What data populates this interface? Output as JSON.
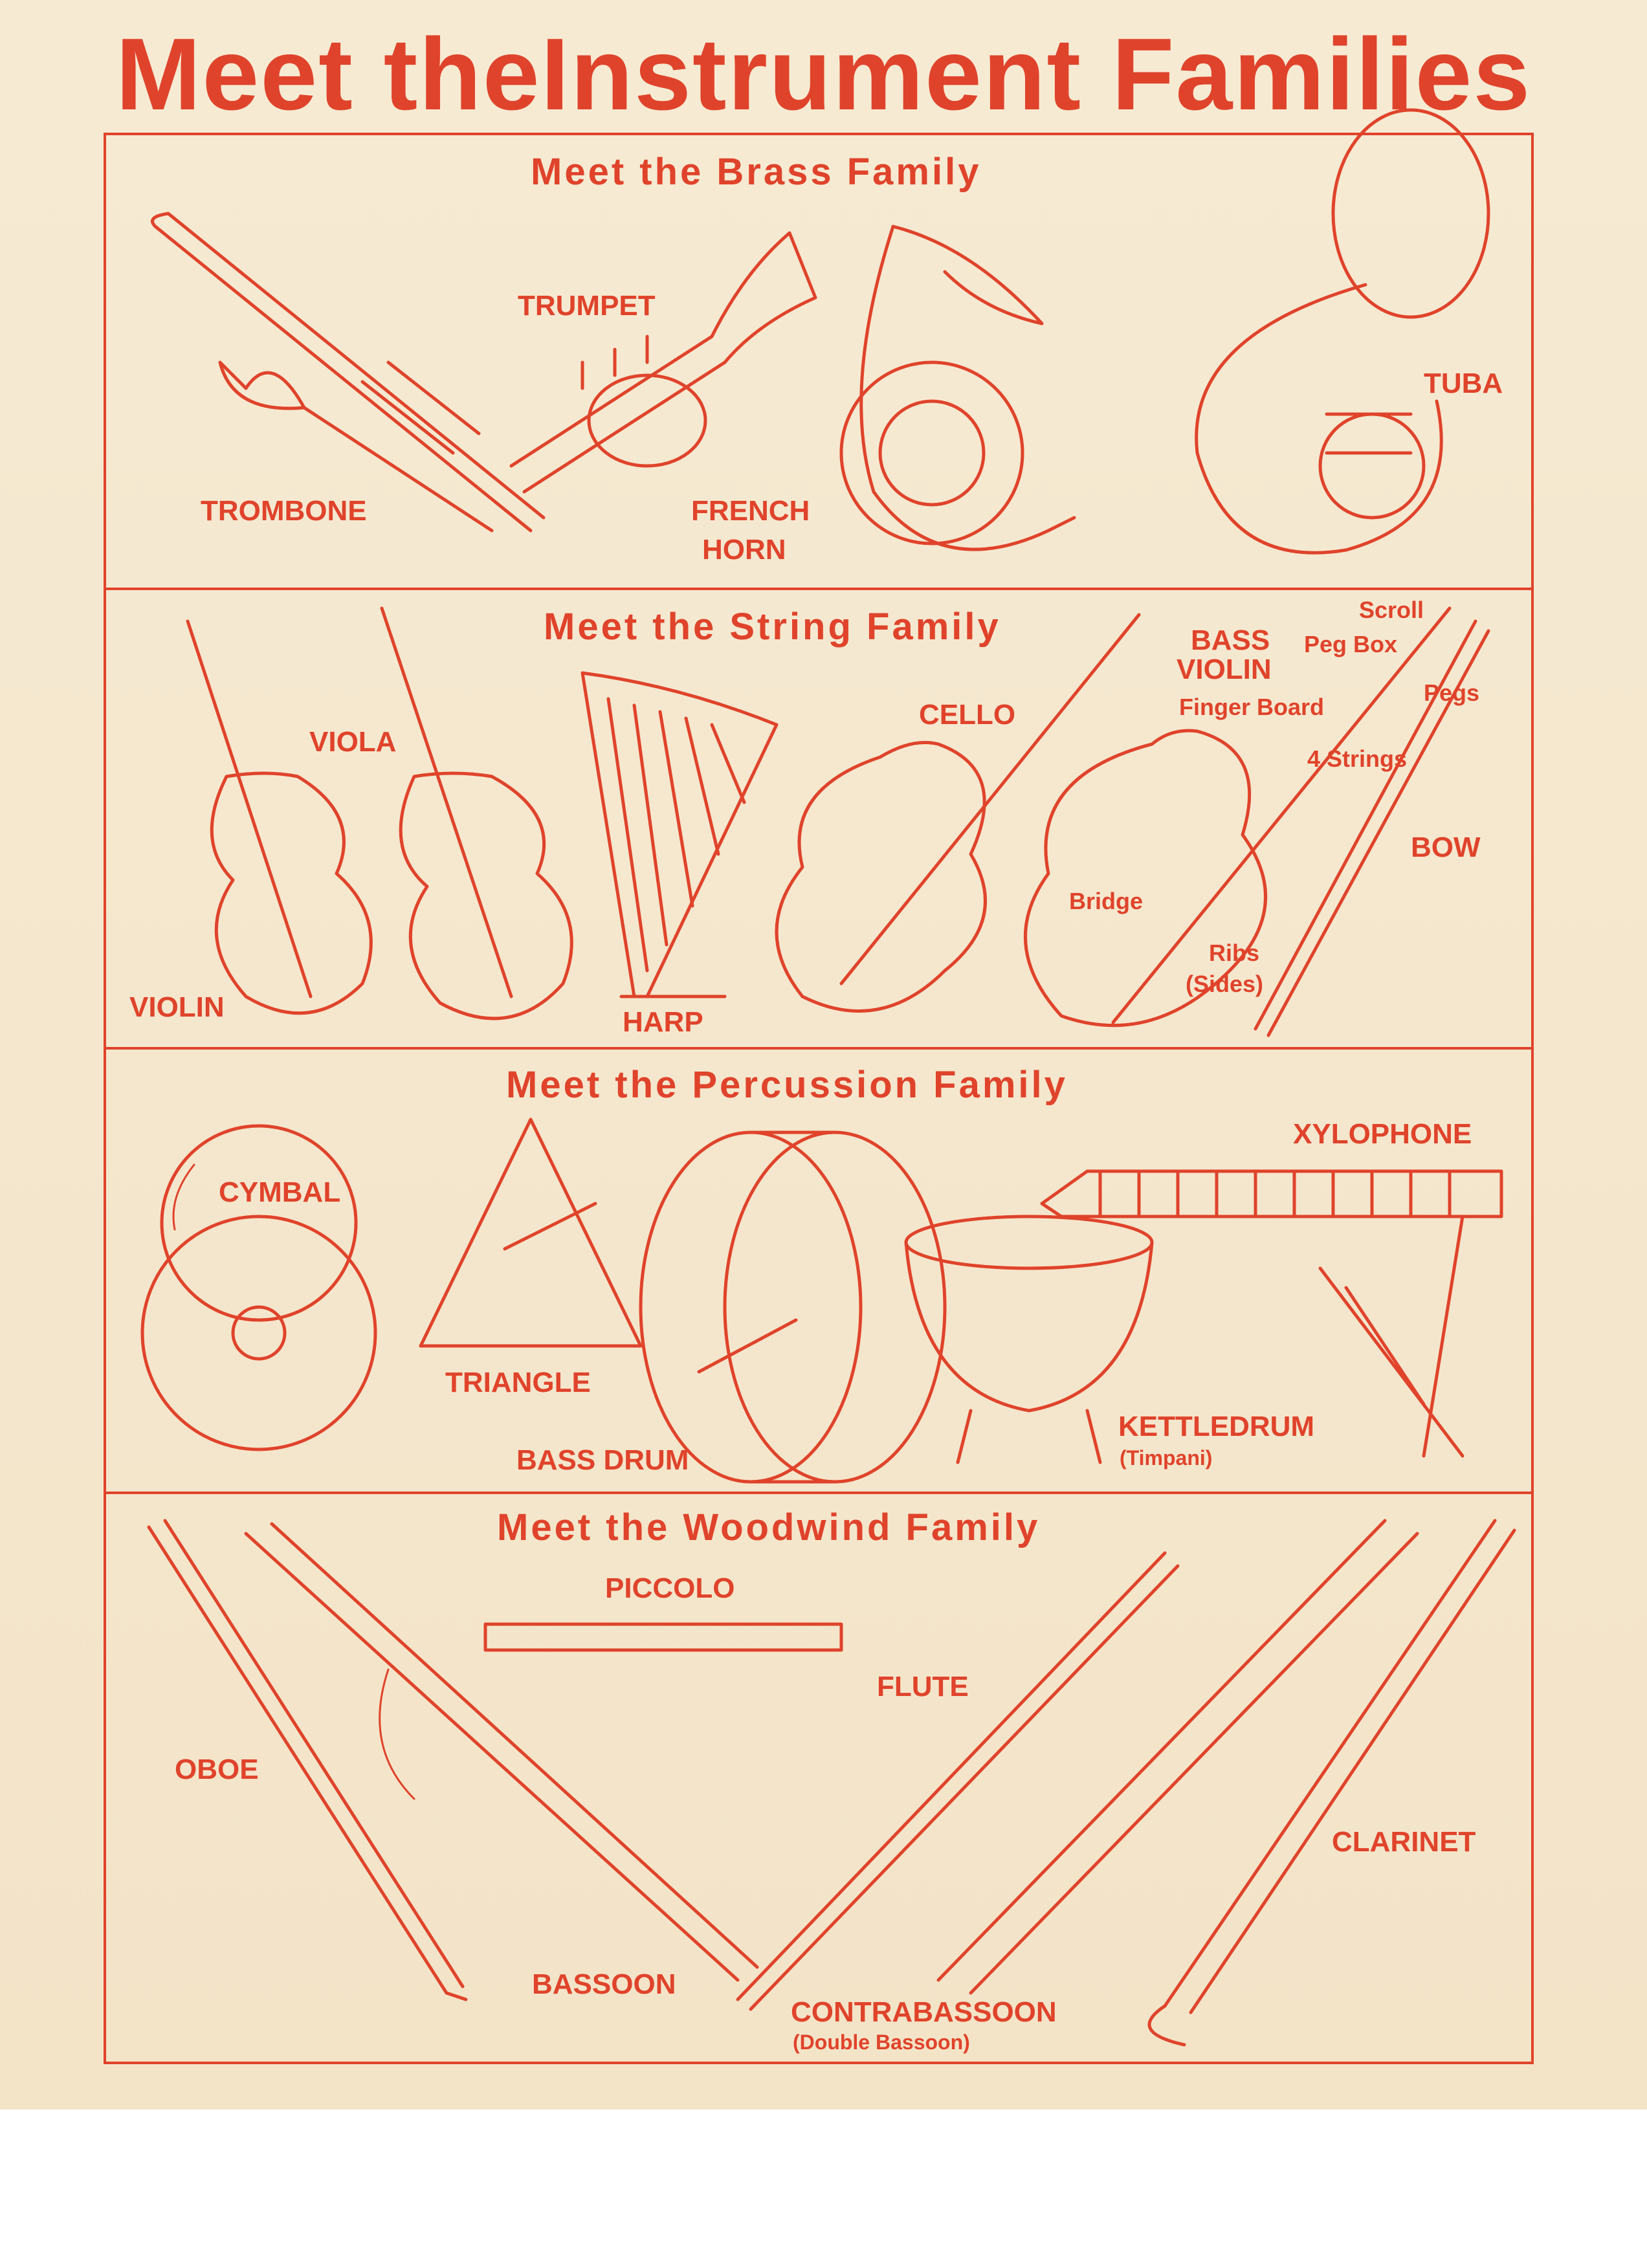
{
  "title": "Meet theInstrument Families",
  "colors": {
    "accent": "#e0432b",
    "paper": "#f3e4c8"
  },
  "brass": {
    "heading": "Meet the Brass Family",
    "labels": {
      "trombone": "TROMBONE",
      "trumpet": "TRUMPET",
      "french_horn_1": "FRENCH",
      "french_horn_2": "HORN",
      "tuba": "TUBA"
    }
  },
  "string": {
    "heading": "Meet the String Family",
    "labels": {
      "violin": "VIOLIN",
      "viola": "VIOLA",
      "harp": "HARP",
      "cello": "CELLO",
      "bass_violin_1": "BASS",
      "bass_violin_2": "VIOLIN",
      "scroll": "Scroll",
      "peg_box": "Peg Box",
      "pegs": "Pegs",
      "finger_board": "Finger Board",
      "four_strings": "4 Strings",
      "bow": "BOW",
      "bridge": "Bridge",
      "ribs": "Ribs",
      "sides": "(Sides)"
    }
  },
  "percussion": {
    "heading": "Meet the Percussion Family",
    "labels": {
      "cymbal": "CYMBAL",
      "triangle": "TRIANGLE",
      "bass_drum": "BASS DRUM",
      "xylophone": "XYLOPHONE",
      "kettledrum": "KETTLEDRUM",
      "timpani": "(Timpani)"
    }
  },
  "woodwind": {
    "heading": "Meet the Woodwind Family",
    "labels": {
      "oboe": "OBOE",
      "bassoon": "BASSOON",
      "piccolo": "PICCOLO",
      "flute": "FLUTE",
      "contrabassoon": "CONTRABASSOON",
      "double_bassoon": "(Double Bassoon)",
      "clarinet": "CLARINET"
    }
  }
}
